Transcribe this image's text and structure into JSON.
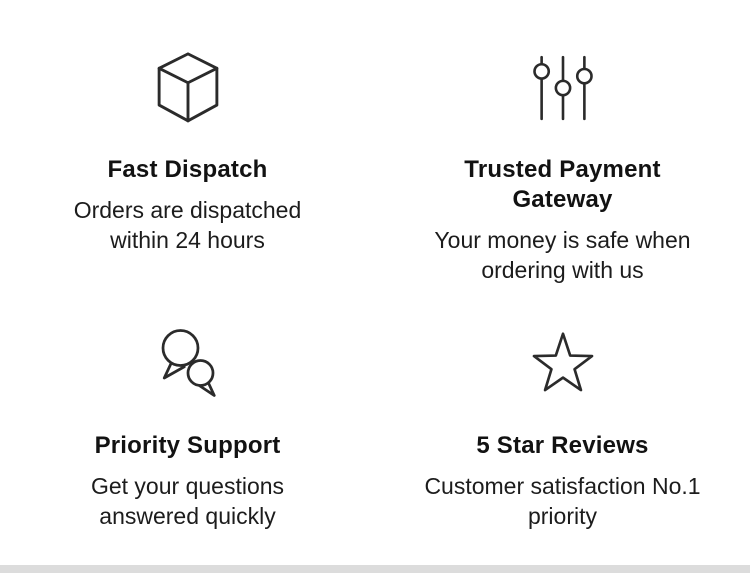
{
  "section": {
    "name": "store-benefits"
  },
  "features": [
    {
      "id": "fast-dispatch",
      "icon": "cube-icon",
      "title": "Fast Dispatch",
      "description": "Orders are dispatched within 24 hours"
    },
    {
      "id": "trusted-payment-gateway",
      "icon": "sliders-icon",
      "title": "Trusted Payment Gateway",
      "description": "Your money is safe when ordering with us"
    },
    {
      "id": "priority-support",
      "icon": "chat-bubbles-icon",
      "title": "Priority Support",
      "description": "Get your questions answered quickly"
    },
    {
      "id": "five-star-reviews",
      "icon": "star-icon",
      "title": "5 Star Reviews",
      "description": "Customer satisfaction No.1 priority"
    }
  ],
  "colors": {
    "background": "#ffffff",
    "text": "#161616",
    "icon_stroke": "#2b2b2b",
    "bottom_strip": "#dcdcdc"
  }
}
